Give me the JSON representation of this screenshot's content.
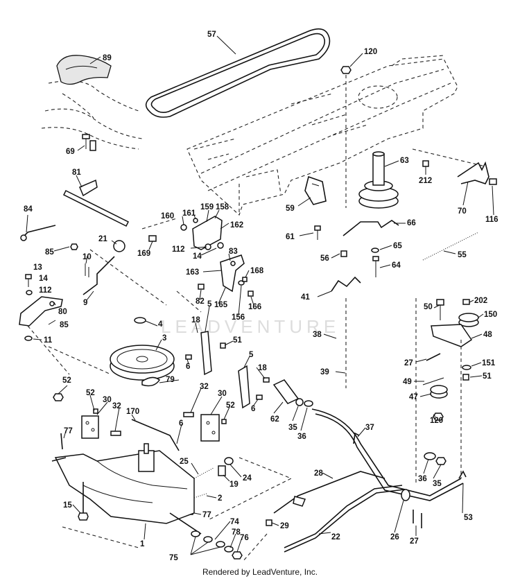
{
  "watermark": "LEADVENTURE",
  "footer": "Rendered by LeadVenture, Inc.",
  "callouts": [
    "57",
    "89",
    "120",
    "69",
    "81",
    "63",
    "212",
    "70",
    "116",
    "59",
    "84",
    "160",
    "161",
    "159",
    "158",
    "162",
    "66",
    "61",
    "21",
    "169",
    "112",
    "14",
    "83",
    "65",
    "56",
    "64",
    "55",
    "85",
    "10",
    "163",
    "168",
    "13",
    "14",
    "112",
    "9",
    "82",
    "165",
    "156",
    "166",
    "41",
    "80",
    "85",
    "11",
    "4",
    "3",
    "18",
    "5",
    "51",
    "6",
    "50",
    "202",
    "150",
    "48",
    "38",
    "27",
    "151",
    "5",
    "18",
    "39",
    "49",
    "51",
    "47",
    "79",
    "52",
    "52",
    "30",
    "32",
    "32",
    "30",
    "52",
    "6",
    "62",
    "35",
    "36",
    "120",
    "170",
    "6",
    "77",
    "37",
    "25",
    "19",
    "24",
    "28",
    "36",
    "35",
    "15",
    "2",
    "77",
    "26",
    "53",
    "29",
    "22",
    "74",
    "27",
    "1",
    "78",
    "76",
    "75"
  ]
}
